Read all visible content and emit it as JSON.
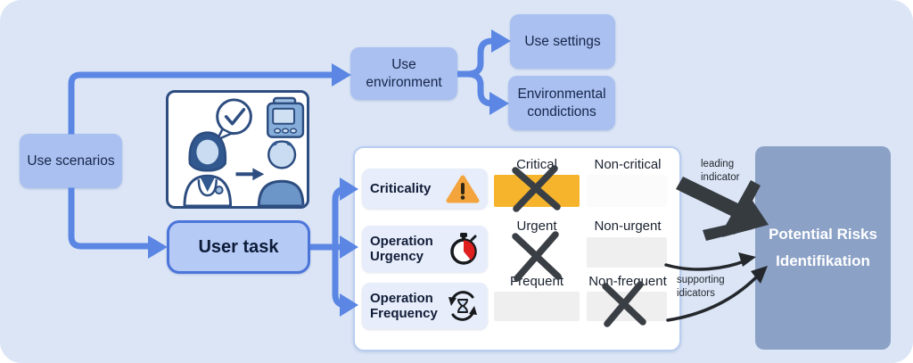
{
  "nodes": {
    "use_scenarios": {
      "label": "Use scenarios"
    },
    "use_environment": {
      "label": "Use environment"
    },
    "use_settings": {
      "label": "Use settings"
    },
    "environmental_conditions": {
      "label": "Environmental condictions"
    },
    "user_task": {
      "label": "User task"
    },
    "potential_risks": {
      "label": "Potential Risks Identifikation"
    }
  },
  "matrix": {
    "rows": [
      {
        "label": "Criticality",
        "icon": "warning-icon",
        "options": [
          {
            "header": "Critical",
            "selected": true
          },
          {
            "header": "Non-critical",
            "selected": false
          }
        ]
      },
      {
        "label": "Operation Urgency",
        "icon": "stopwatch-icon",
        "options": [
          {
            "header": "Urgent",
            "selected": true
          },
          {
            "header": "Non-urgent",
            "selected": false
          }
        ]
      },
      {
        "label": "Operation Frequency",
        "icon": "cycle-icon",
        "options": [
          {
            "header": "Frequent",
            "selected": false
          },
          {
            "header": "Non-frequent",
            "selected": true
          }
        ]
      }
    ]
  },
  "annotations": {
    "leading": "leading\nindicator",
    "supporting": "supporting\nidicators"
  },
  "colors": {
    "background": "#dbe5f6",
    "node_fill": "#a9c0f0",
    "connector_blue": "#5b86e4",
    "user_task_fill": "#b5caf5",
    "user_task_border": "#4c75da",
    "panel_border": "#b9cdf0",
    "pill_fill": "#e7edfa",
    "critical_cell_fill": "#f5b42c",
    "empty_cell_fill": "#efeff0",
    "risks_fill": "#8ba1c6",
    "hand_arrow_dark": "#363b40",
    "x_mark": "#3a3f45",
    "warning_orange": "#f3a43c",
    "stopwatch_red": "#e01f1f"
  }
}
